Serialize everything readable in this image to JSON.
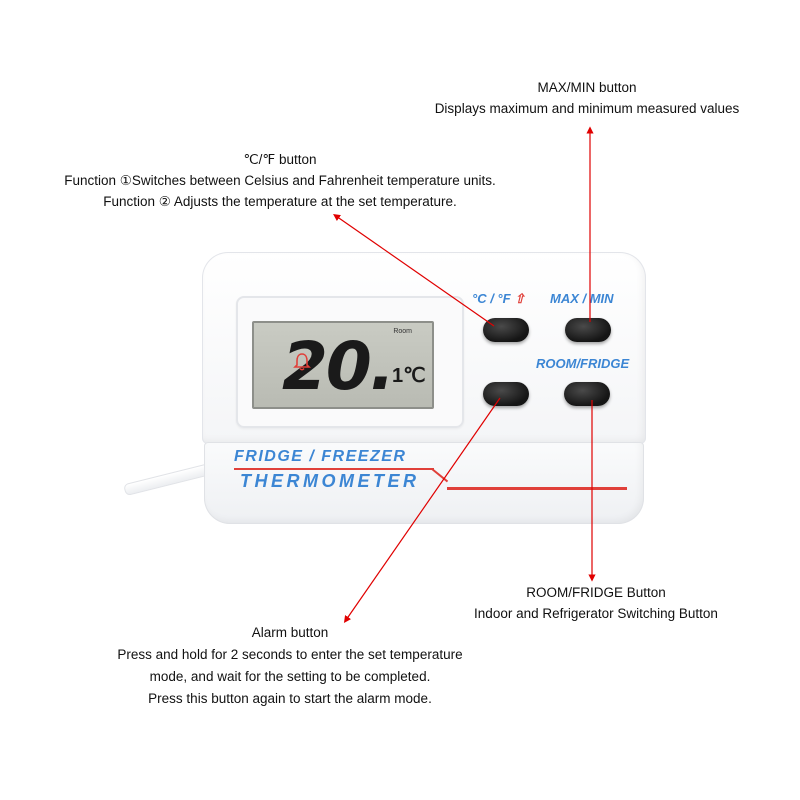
{
  "annotations": {
    "max_min": {
      "title": "MAX/MIN button",
      "lines": [
        "Displays maximum and minimum measured values"
      ]
    },
    "unit_toggle": {
      "title": "℃/℉ button",
      "lines": [
        "Function ①Switches between Celsius and Fahrenheit temperature units.",
        "Function ② Adjusts the temperature at the set temperature."
      ]
    },
    "room_fridge": {
      "title": "ROOM/FRIDGE Button",
      "lines": [
        "Indoor and Refrigerator Switching Button"
      ]
    },
    "alarm": {
      "title": "Alarm button",
      "lines": [
        "Press and hold for 2 seconds to enter the set temperature",
        "mode, and wait for the setting to be completed.",
        "Press this button again to start the alarm mode."
      ]
    }
  },
  "device": {
    "display": {
      "value": "20.",
      "unit": "1℃",
      "mode_indicator": "Room"
    },
    "button_labels": {
      "unit_toggle": "°C / °F",
      "unit_toggle_icon": "⇧",
      "max_min": "MAX / MIN",
      "room_fridge": "ROOM/FRIDGE",
      "alarm_icon": "bell-icon"
    },
    "brand": {
      "line1": "FRIDGE / FREEZER",
      "line2": "THERMOMETER"
    }
  },
  "colors": {
    "leader_line": "#e00000",
    "label_blue": "#3c86d4",
    "accent_red": "#e0403a",
    "button_black": "#151515",
    "lcd_background": "#c4c6be"
  }
}
